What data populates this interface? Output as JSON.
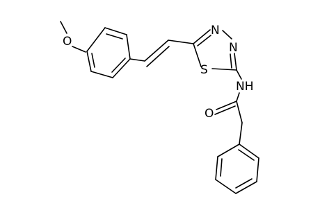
{
  "diagram": {
    "type": "chemical-structure",
    "atom_labels": {
      "methoxy_o": "O",
      "ring_s": "S",
      "ring_n1": "N",
      "ring_n2": "N",
      "amide_nh": "NH",
      "carbonyl_o": "O"
    },
    "colors": {
      "bond": "#000000",
      "background": "#ffffff"
    }
  }
}
